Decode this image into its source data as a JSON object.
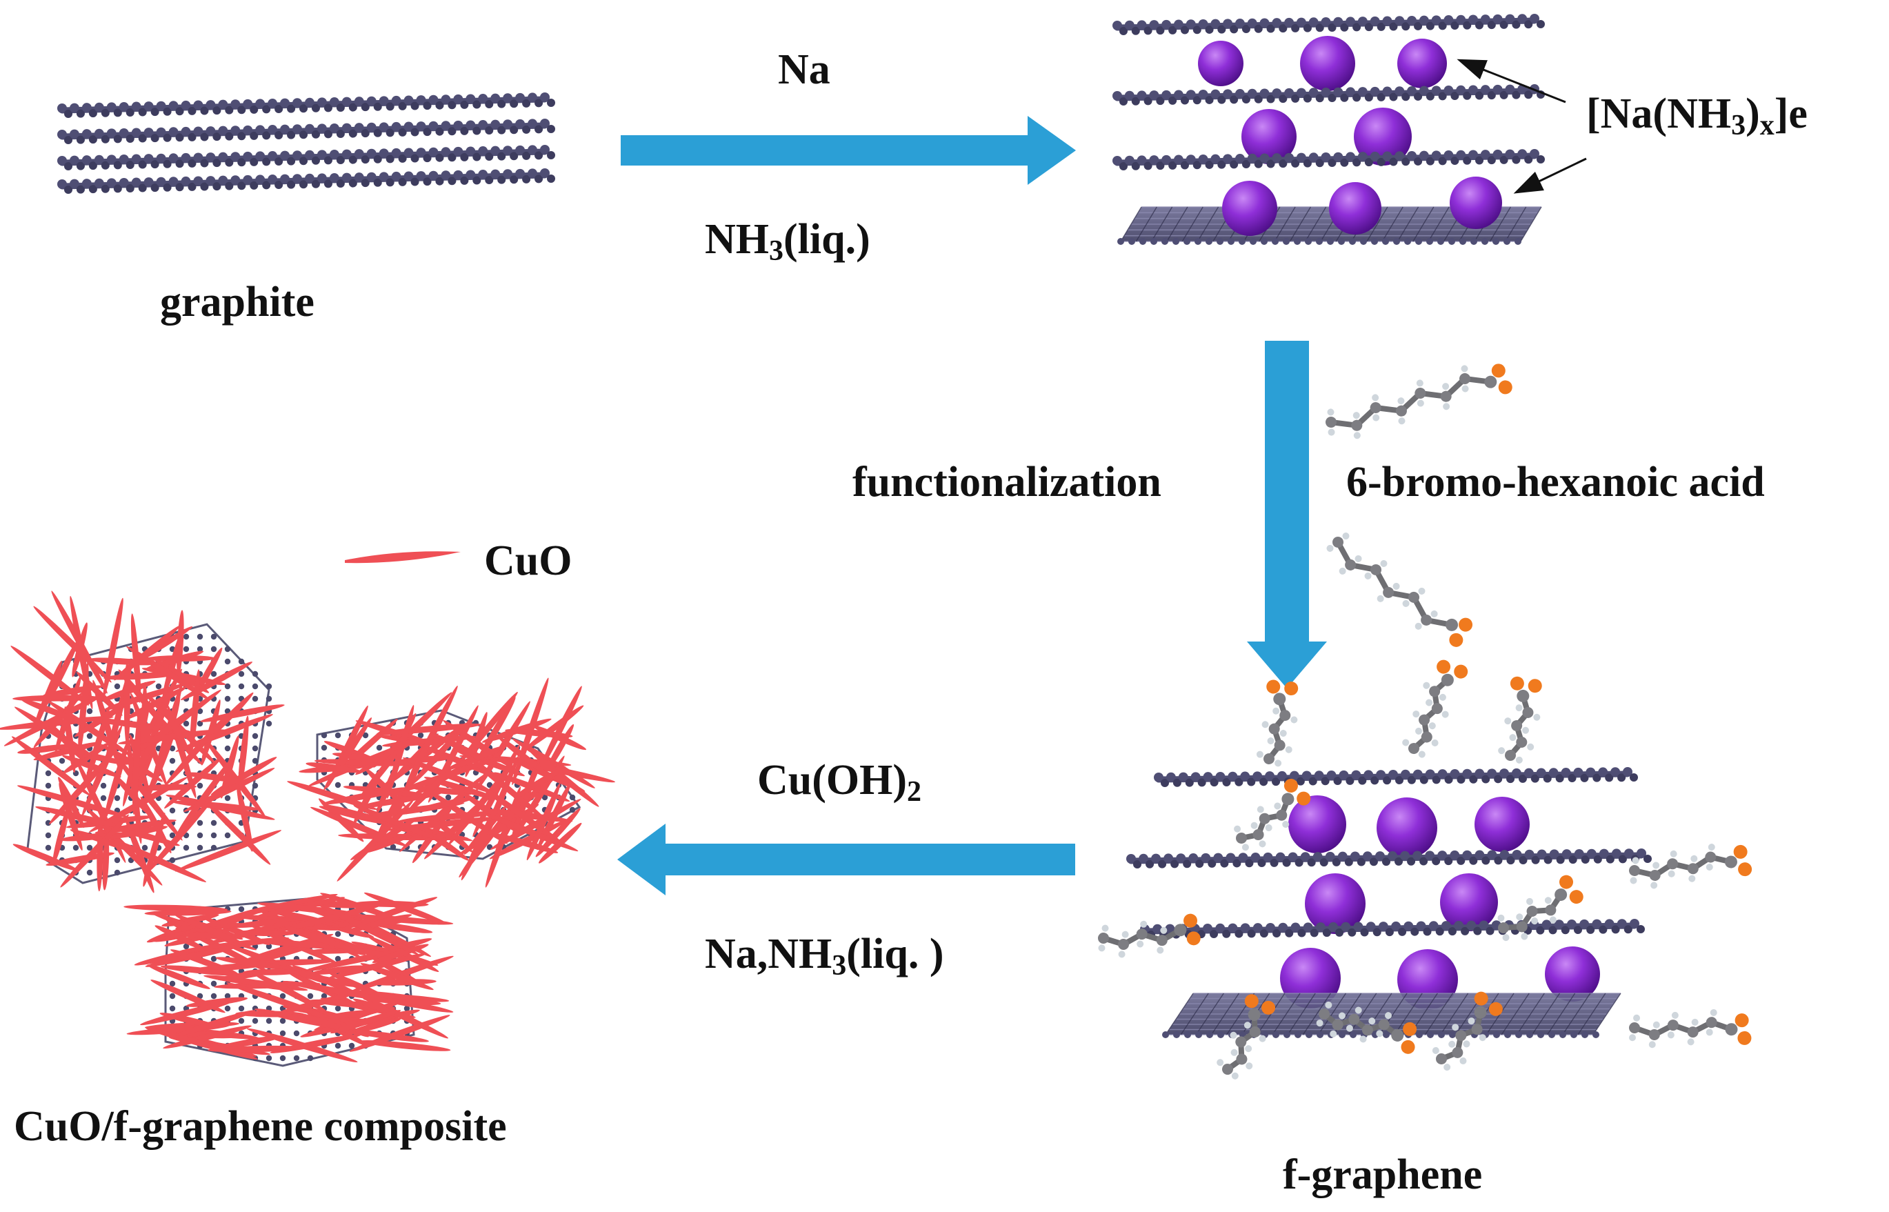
{
  "labels": {
    "graphite": "graphite",
    "step1_top": "Na",
    "step1_bottom_main": "NH",
    "step1_bottom_sub": "3",
    "step1_bottom_tail": "(liq.)",
    "complex_open": "[Na(NH",
    "complex_sub1": "3",
    "complex_close": ")",
    "complex_sub2": "x",
    "complex_tail": "]e",
    "step2_left": "functionalization",
    "step2_right": "6-bromo-hexanoic acid",
    "cuo_legend": "CuO",
    "step3_top_main": "Cu(OH)",
    "step3_top_sub": "2",
    "step3_bottom_main": "Na,NH",
    "step3_bottom_sub": "3",
    "step3_bottom_tail": "(liq. )",
    "composite": "CuO/f-graphene composite",
    "fgraphene": "f-graphene"
  },
  "colors": {
    "arrow": "#2b9fd6",
    "carbon": "#4f4e74",
    "sodium": "#8a2bd2",
    "cuo": "#ef4f55",
    "oxygen": "#f07a1e",
    "chain": "#8e8e92"
  }
}
